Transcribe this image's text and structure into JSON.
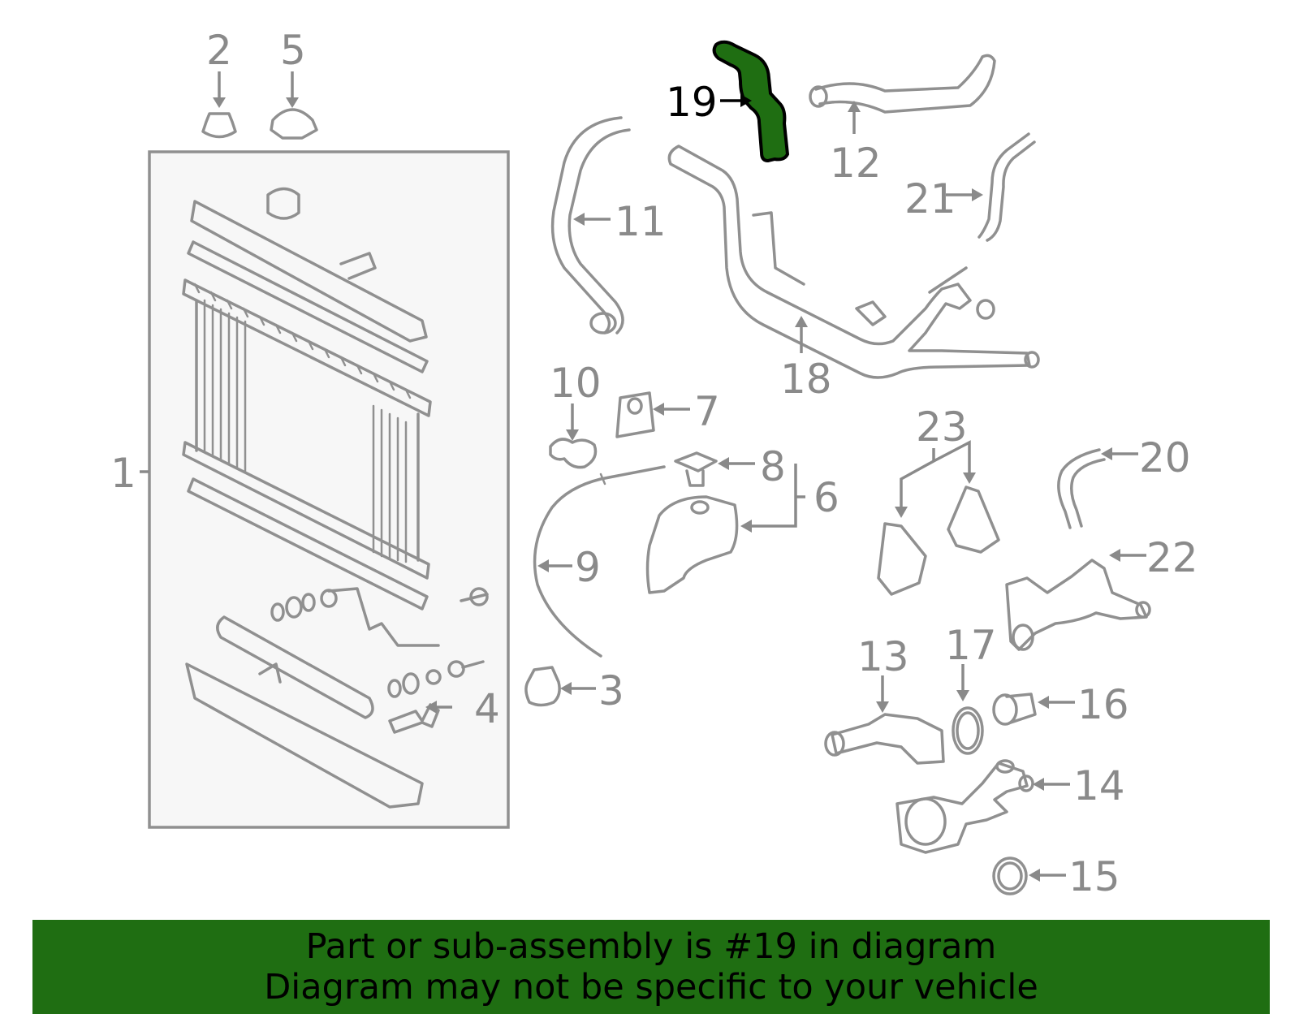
{
  "diagram": {
    "callouts": [
      {
        "id": "1",
        "highlighted": false
      },
      {
        "id": "2",
        "highlighted": false
      },
      {
        "id": "3",
        "highlighted": false
      },
      {
        "id": "4",
        "highlighted": false
      },
      {
        "id": "5",
        "highlighted": false
      },
      {
        "id": "6",
        "highlighted": false
      },
      {
        "id": "7",
        "highlighted": false
      },
      {
        "id": "8",
        "highlighted": false
      },
      {
        "id": "9",
        "highlighted": false
      },
      {
        "id": "10",
        "highlighted": false
      },
      {
        "id": "11",
        "highlighted": false
      },
      {
        "id": "12",
        "highlighted": false
      },
      {
        "id": "13",
        "highlighted": false
      },
      {
        "id": "14",
        "highlighted": false
      },
      {
        "id": "15",
        "highlighted": false
      },
      {
        "id": "16",
        "highlighted": false
      },
      {
        "id": "17",
        "highlighted": false
      },
      {
        "id": "18",
        "highlighted": false
      },
      {
        "id": "19",
        "highlighted": true
      },
      {
        "id": "20",
        "highlighted": false
      },
      {
        "id": "21",
        "highlighted": false
      },
      {
        "id": "22",
        "highlighted": false
      },
      {
        "id": "23",
        "highlighted": false
      }
    ],
    "highlight_part": "19",
    "colors": {
      "highlight_fill": "#1f6e12",
      "part_stroke": "#909090",
      "label_text": "#8a8a8a",
      "highlight_label": "#000000",
      "banner_background": "#1f6e12"
    }
  },
  "banner": {
    "line1": "Part or sub-assembly is #19 in diagram",
    "line2": "Diagram may not be specific to your vehicle"
  }
}
